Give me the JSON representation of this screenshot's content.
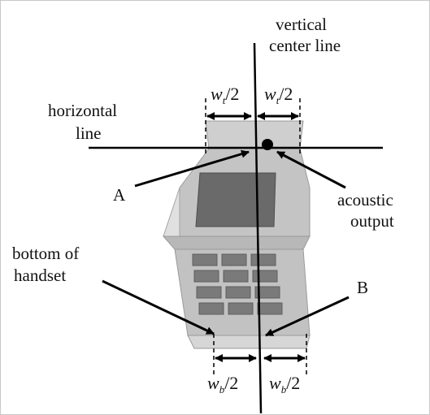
{
  "labels": {
    "vertical_center_line": [
      "vertical",
      "center line"
    ],
    "horizontal_line": [
      "horizontal",
      "line"
    ],
    "point_a": "A",
    "point_b": "B",
    "acoustic_output": [
      "acoustic",
      "output"
    ],
    "bottom_of_handset": [
      "bottom of",
      "handset"
    ]
  },
  "dimensions": {
    "top_width": {
      "symbol": "w",
      "subscript": "t",
      "divisor": "/2"
    },
    "bottom_width": {
      "symbol": "w",
      "subscript": "b",
      "divisor": "/2"
    }
  },
  "colors": {
    "line": "#000000",
    "phone_body": "#c9c9c9",
    "phone_face": "#b3b3b3",
    "screen": "#6e6e6e",
    "keys": "#7a7a7a"
  }
}
